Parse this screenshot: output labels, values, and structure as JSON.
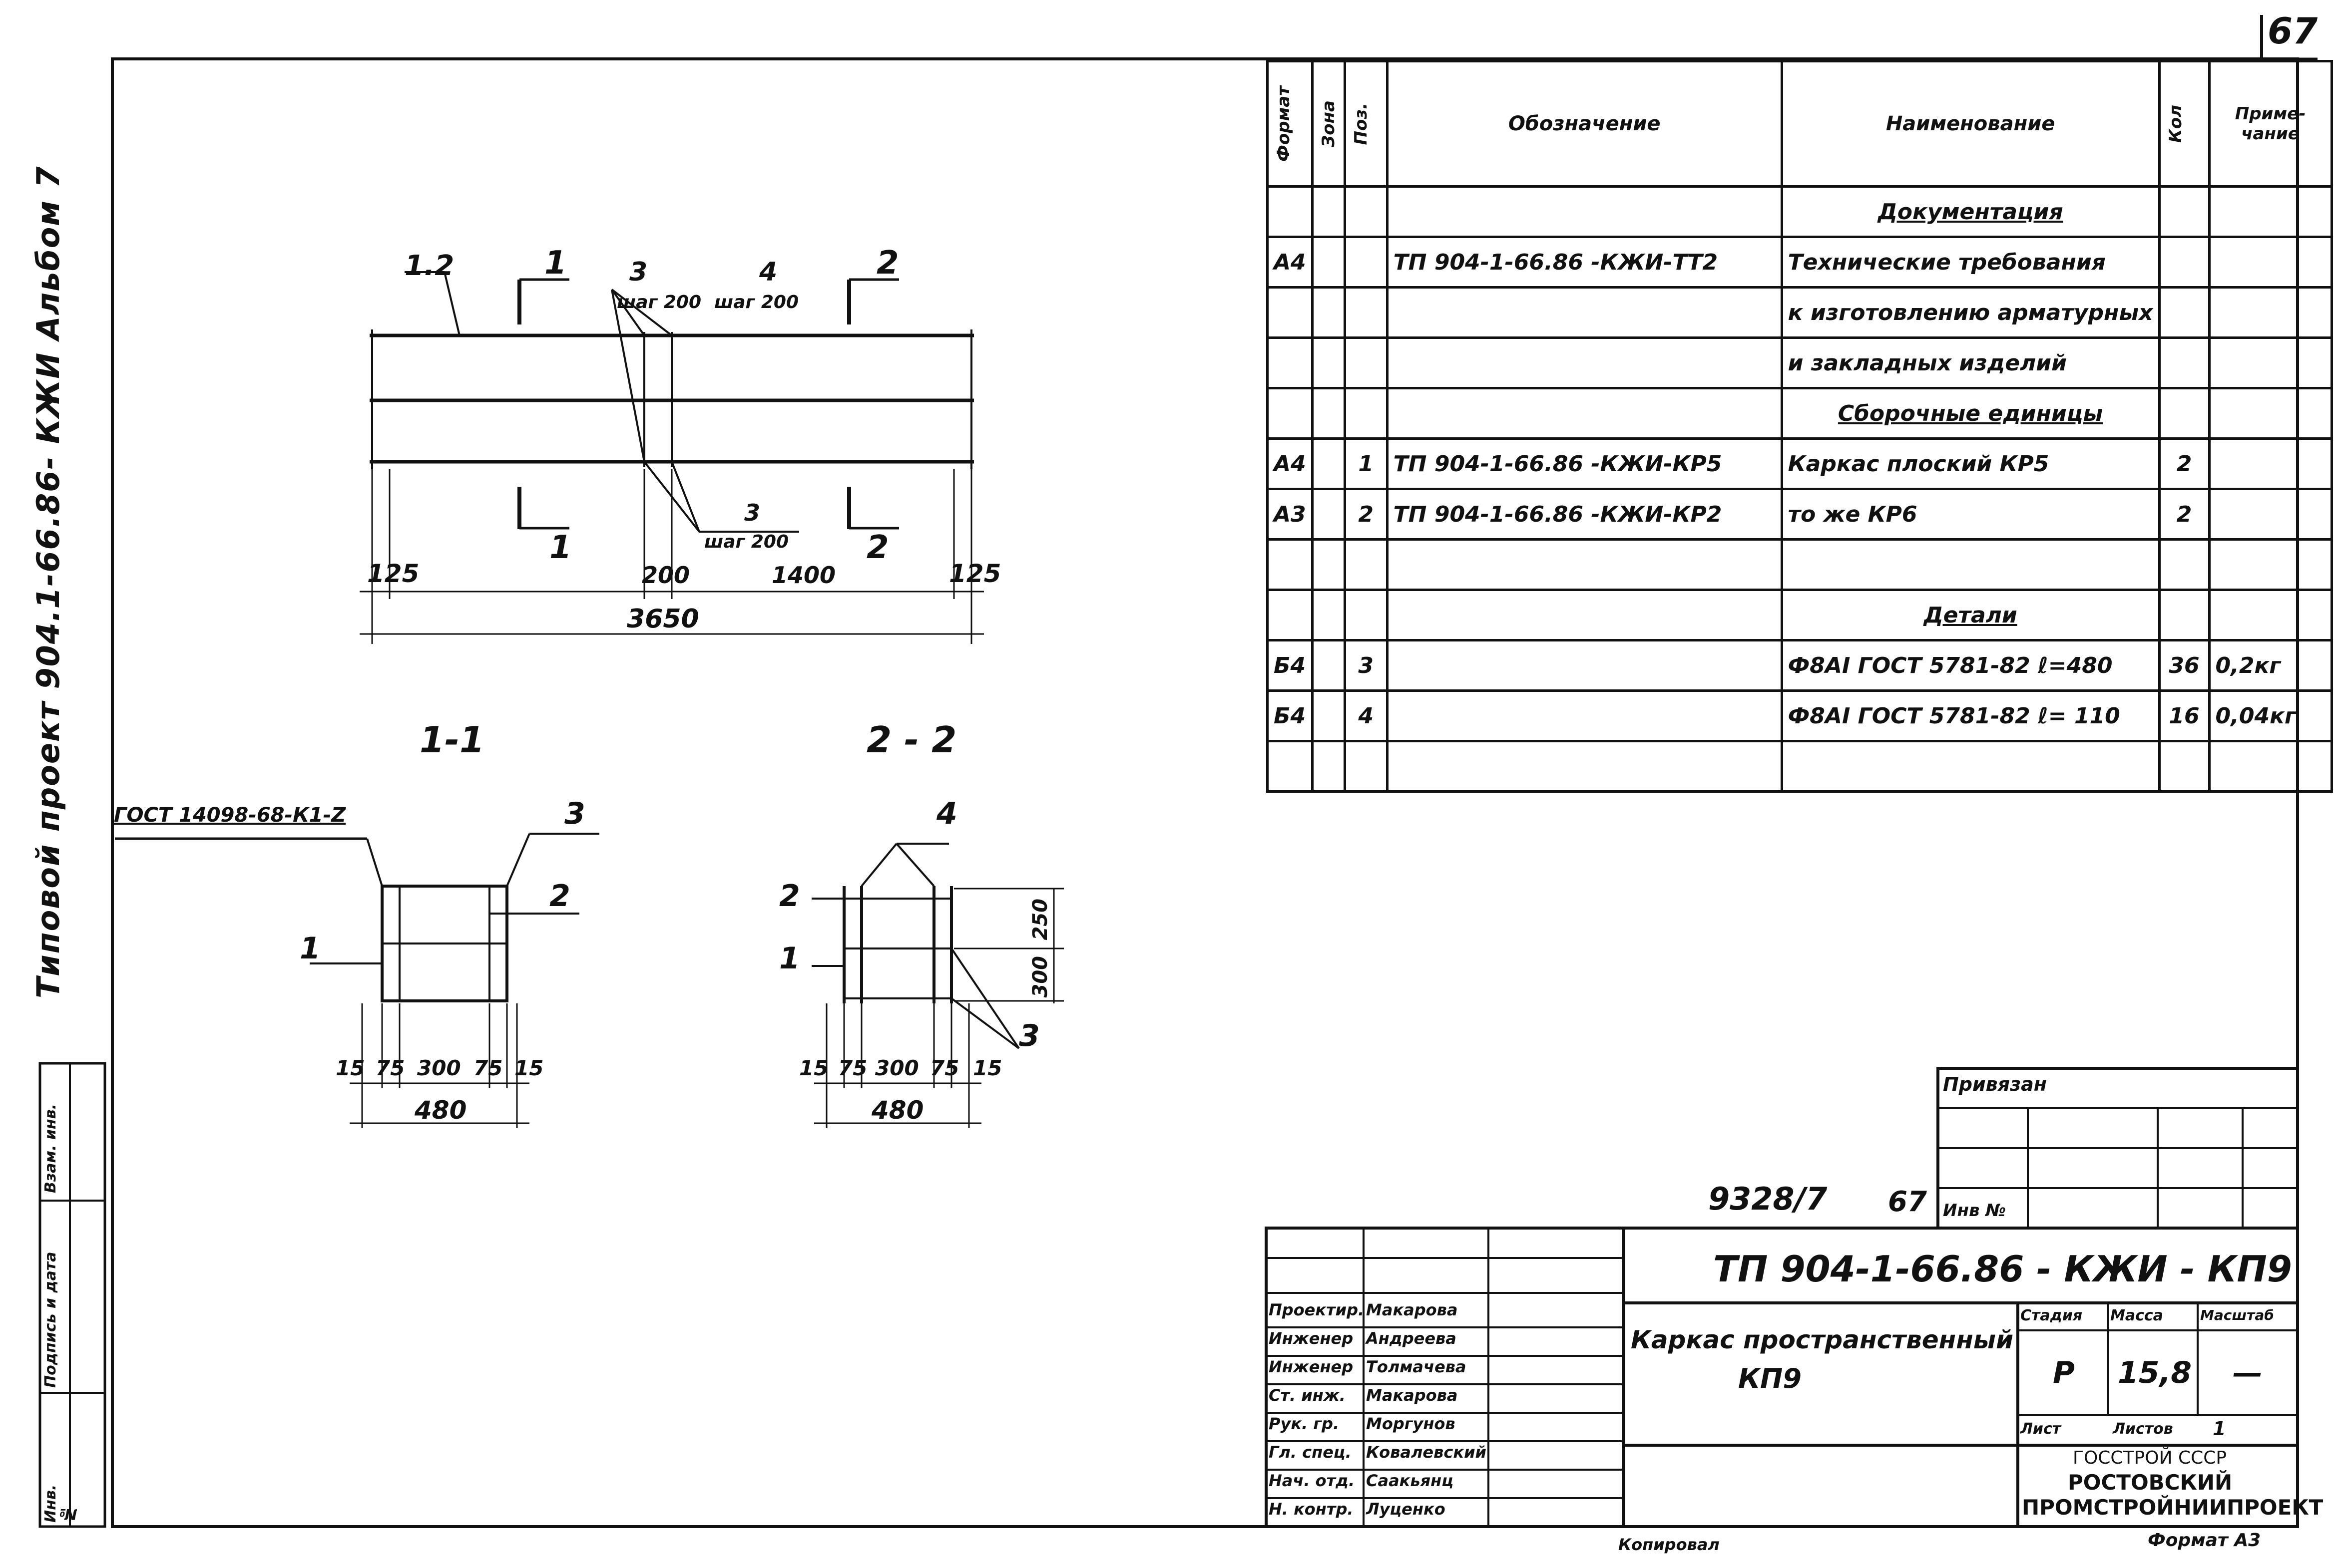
{
  "sheet_number": "67",
  "side_title": "Типовой  проект  904.1-66.86- КЖИ Альбом 7",
  "side_block": [
    "Инв. №",
    "Подпись и дата",
    "Взам. инв."
  ],
  "spec": {
    "headers": [
      "Формат",
      "Зона",
      "Поз.",
      "Обозначение",
      "Наименование",
      "Кол",
      "Приме-чание"
    ],
    "rows": [
      {
        "fmt": "",
        "zone": "",
        "pos": "",
        "designation": "",
        "name": "Документация",
        "qty": "",
        "note": "",
        "underline": true
      },
      {
        "fmt": "А4",
        "zone": "",
        "pos": "",
        "designation": "ТП 904-1-66.86 -КЖИ-ТТ2",
        "name": "Технические требования",
        "qty": "",
        "note": ""
      },
      {
        "fmt": "",
        "zone": "",
        "pos": "",
        "designation": "",
        "name": "к изготовлению арматурных",
        "qty": "",
        "note": ""
      },
      {
        "fmt": "",
        "zone": "",
        "pos": "",
        "designation": "",
        "name": "и закладных изделий",
        "qty": "",
        "note": ""
      },
      {
        "fmt": "",
        "zone": "",
        "pos": "",
        "designation": "",
        "name": "Сборочные единицы",
        "qty": "",
        "note": "",
        "underline": true
      },
      {
        "fmt": "А4",
        "zone": "",
        "pos": "1",
        "designation": "ТП 904-1-66.86 -КЖИ-КР5",
        "name": "Каркас плоский    КР5",
        "qty": "2",
        "note": ""
      },
      {
        "fmt": "А3",
        "zone": "",
        "pos": "2",
        "designation": "ТП 904-1-66.86 -КЖИ-КР2",
        "name": "     то же         КР6",
        "qty": "2",
        "note": ""
      },
      {
        "fmt": "",
        "zone": "",
        "pos": "",
        "designation": "",
        "name": "",
        "qty": "",
        "note": ""
      },
      {
        "fmt": "",
        "zone": "",
        "pos": "",
        "designation": "",
        "name": "Детали",
        "qty": "",
        "note": "",
        "underline": true
      },
      {
        "fmt": "Б4",
        "zone": "",
        "pos": "3",
        "designation": "",
        "name": "Ф8АI ГОСТ 5781-82 ℓ=480",
        "qty": "36",
        "note": "0,2кг"
      },
      {
        "fmt": "Б4",
        "zone": "",
        "pos": "4",
        "designation": "",
        "name": "Ф8АI ГОСТ 5781-82 ℓ= 110",
        "qty": "16",
        "note": "0,04кг"
      },
      {
        "fmt": "",
        "zone": "",
        "pos": "",
        "designation": "",
        "name": "",
        "qty": "",
        "note": ""
      }
    ]
  },
  "plan": {
    "labels": {
      "l12": "1.2",
      "s1": "1",
      "s2": "2",
      "l3": "3",
      "l4": "4",
      "step1": "шаг 200",
      "step2": "шаг 200",
      "l3b": "3",
      "step3": "шаг 200",
      "d125a": "125",
      "d200": "200",
      "d1400": "1400",
      "d125b": "125",
      "d3650": "3650"
    }
  },
  "section11": {
    "title": "1-1",
    "ref": "ГОСТ 14098-68-К1-Z",
    "labels": {
      "l3": "3",
      "l2": "2",
      "l1": "1"
    },
    "dims": [
      "15",
      "75",
      "300",
      "75",
      "15"
    ],
    "total": "480"
  },
  "section22": {
    "title": "2 - 2",
    "labels": {
      "l4": "4",
      "l2": "2",
      "l1": "1",
      "l3": "3"
    },
    "vdims": [
      "250",
      "300"
    ],
    "dims": [
      "15",
      "75",
      "300",
      "75",
      "15"
    ],
    "total": "480"
  },
  "stamp": {
    "bound": "Привязан",
    "inv_no": "Инв №",
    "archive_no": "9328/7",
    "archive_sheet": "67",
    "doc_code": "ТП 904-1-66.86 - КЖИ - КП9",
    "title_line1": "Каркас пространственный",
    "title_line2": "КП9",
    "stage_label": "Стадия",
    "mass_label": "Масса",
    "scale_label": "Масштаб",
    "stage": "Р",
    "mass": "15,8",
    "scale": "—",
    "sheet_label": "Лист",
    "sheets_label": "Листов",
    "sheets": "1",
    "org_line1": "ГОССТРОЙ СССР",
    "org_line2": "РОСТОВСКИЙ",
    "org_line3": "ПРОМСТРОЙНИИПРОЕКТ",
    "signers": [
      {
        "role": "Проектир.",
        "name": "Макарова"
      },
      {
        "role": "Инженер",
        "name": "Андреева"
      },
      {
        "role": "Инженер",
        "name": "Толмачева"
      },
      {
        "role": "Ст. инж.",
        "name": "Макарова"
      },
      {
        "role": "Рук. гр.",
        "name": "Моргунов"
      },
      {
        "role": "Гл. спец.",
        "name": "Ковалевский"
      },
      {
        "role": "Нач. отд.",
        "name": "Саакьянц"
      },
      {
        "role": "Н. контр.",
        "name": "Луценко"
      }
    ],
    "copied": "Копировал",
    "format": "Формат А3"
  }
}
